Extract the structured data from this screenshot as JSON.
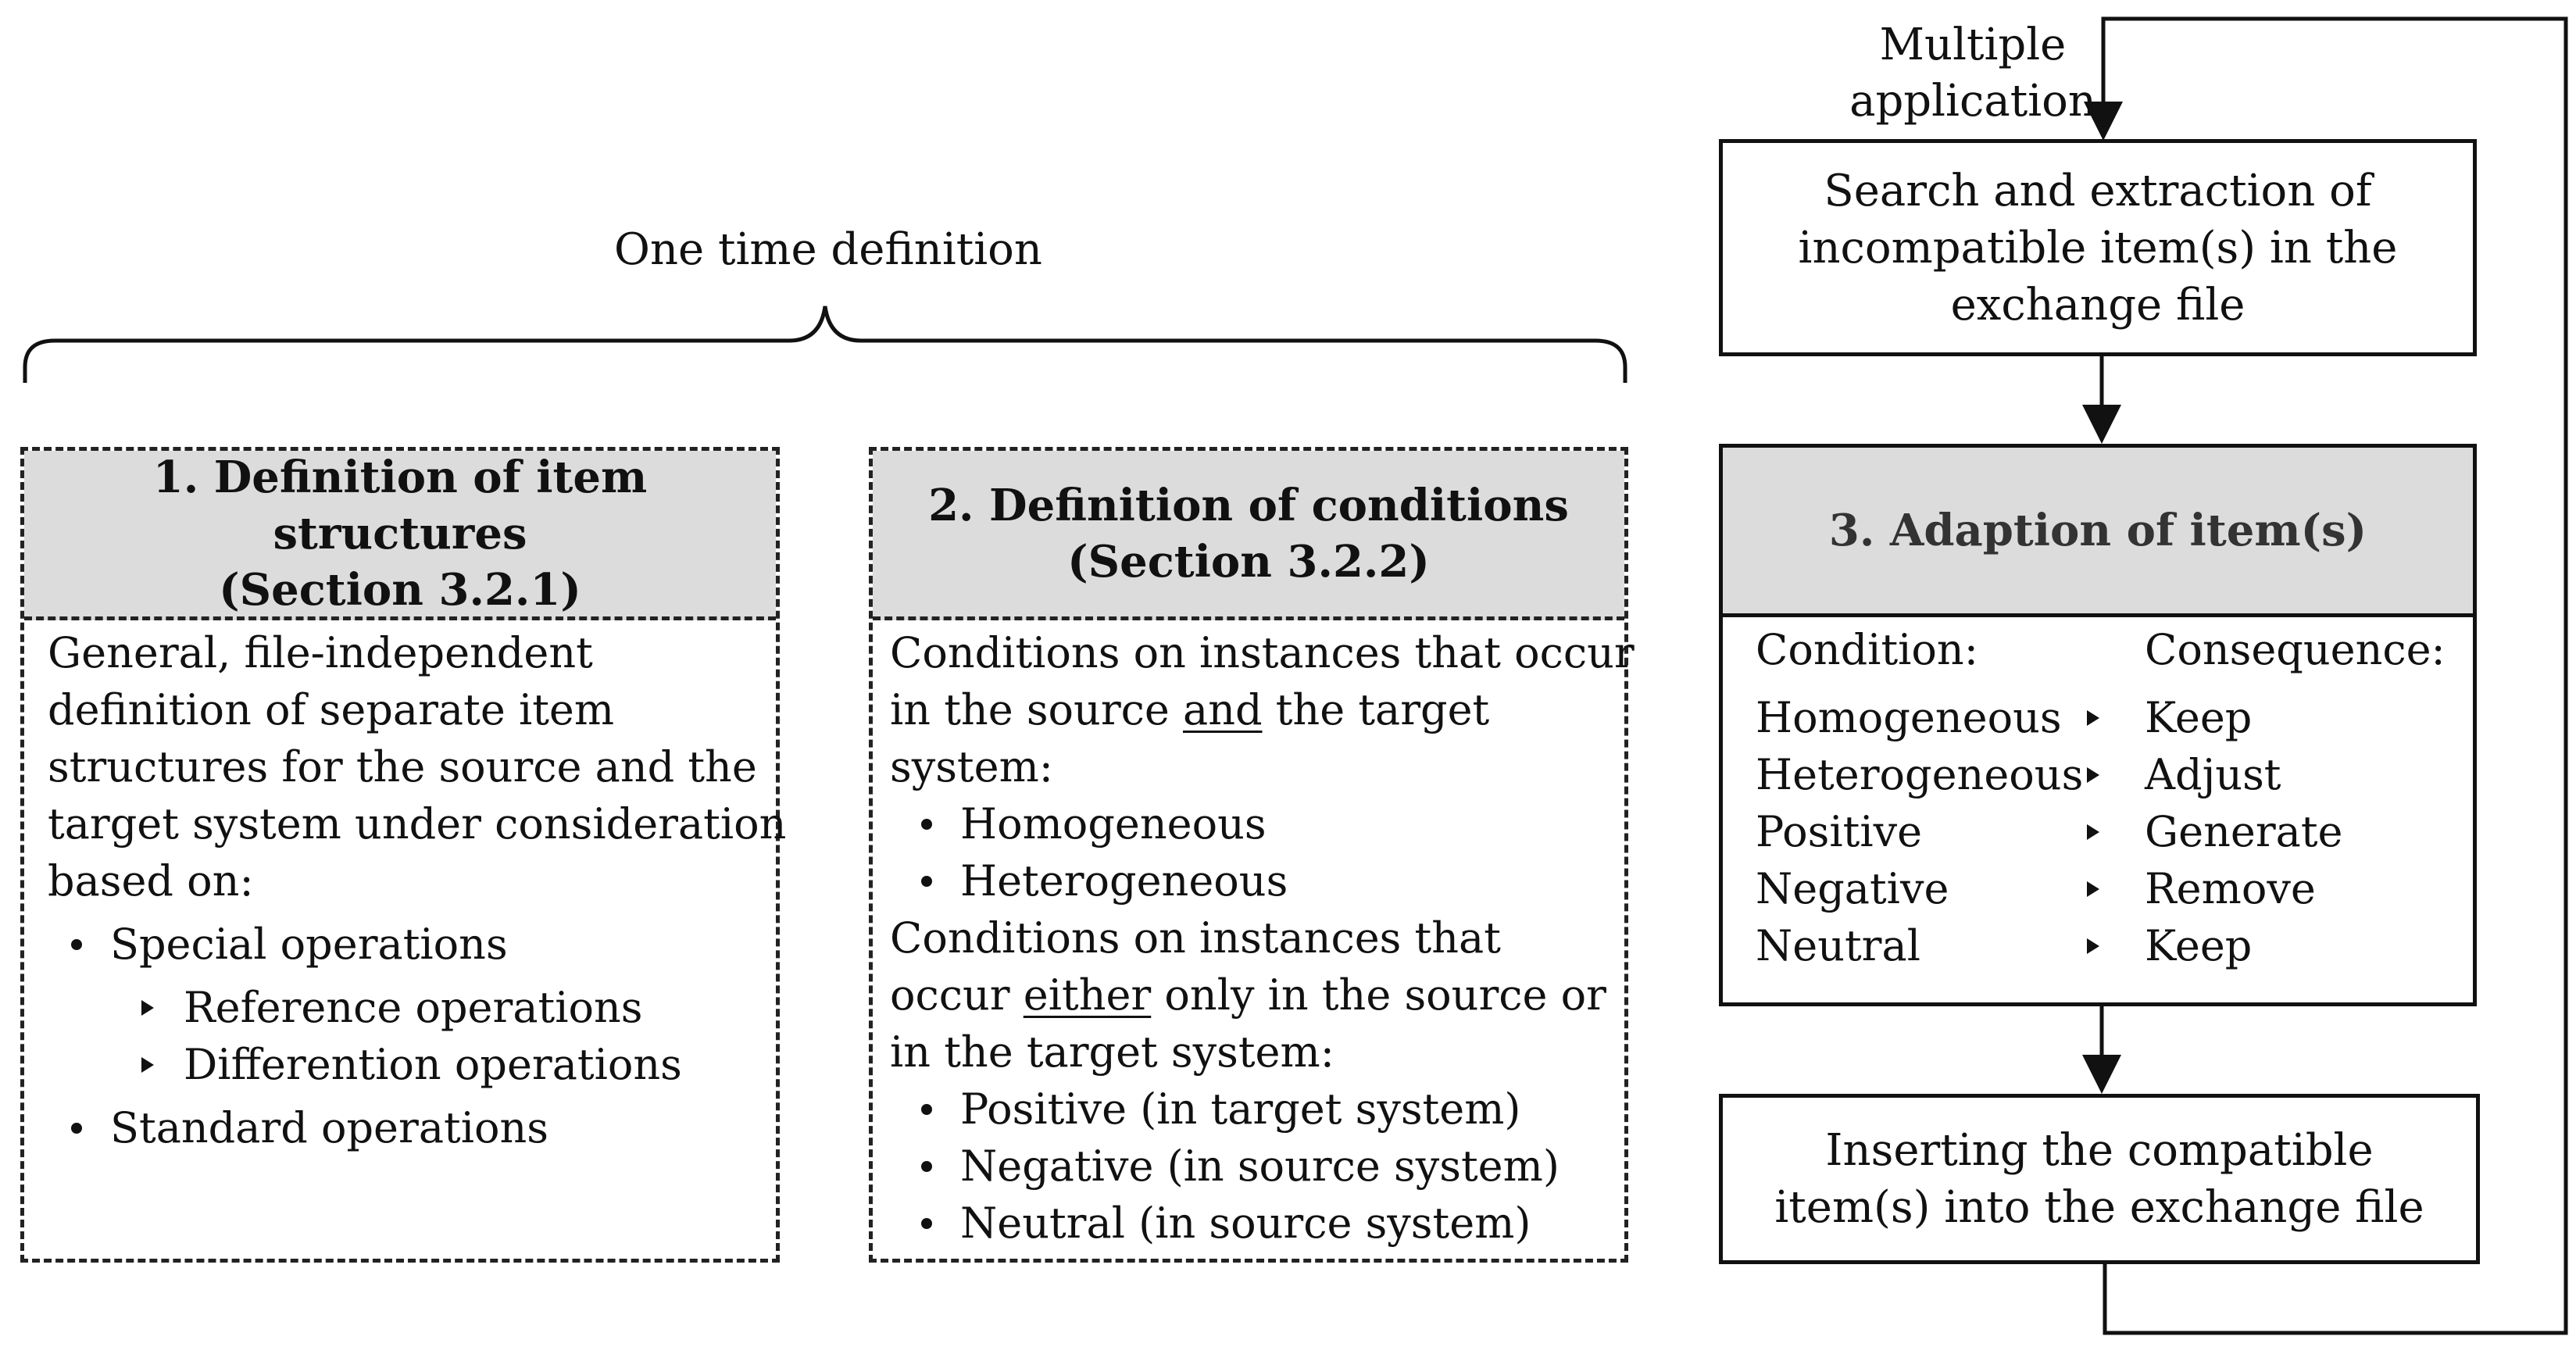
{
  "brace_label": "One time definition",
  "loop_label": [
    "Multiple",
    "application"
  ],
  "box1": {
    "title": [
      "1. Definition of item structures",
      "(Section 3.2.1)"
    ],
    "lines": [
      "General, file-independent",
      "definition of separate item",
      "structures for the source and the",
      "target system under consideration",
      "based on:"
    ],
    "bullets": [
      "Special operations",
      "Standard operations"
    ],
    "subbullets": [
      "Reference operations",
      "Differention operations"
    ]
  },
  "box2": {
    "title": [
      "2. Definition of conditions",
      "(Section 3.2.2)"
    ],
    "intro1_a": "Conditions on instances that occur",
    "intro1_b_pre": "in the source ",
    "intro1_b_u": "and",
    "intro1_b_post": " the target",
    "intro1_c": "system:",
    "bullets1": [
      "Homogeneous",
      "Heterogeneous"
    ],
    "intro2_a": "Conditions on instances that",
    "intro2_b_pre": "occur ",
    "intro2_b_u": "either",
    "intro2_b_post": " only in the source or",
    "intro2_c": "in the target system:",
    "bullets2": [
      "Positive (in target system)",
      "Negative (in source system)",
      "Neutral (in source system)"
    ]
  },
  "search_box": [
    "Search and extraction of",
    "incompatible item(s) in the",
    "exchange file"
  ],
  "box3": {
    "title": "3. Adaption of item(s)",
    "condition_header": "Condition:",
    "consequence_header": "Consequence:",
    "conditions": [
      "Homogeneous",
      "Heterogeneous",
      "Positive",
      "Negative",
      "Neutral"
    ],
    "consequences": [
      "Keep",
      "Adjust",
      "Generate",
      "Remove",
      "Keep"
    ]
  },
  "insert_box": [
    "Inserting the compatible",
    "item(s) into the exchange file"
  ]
}
